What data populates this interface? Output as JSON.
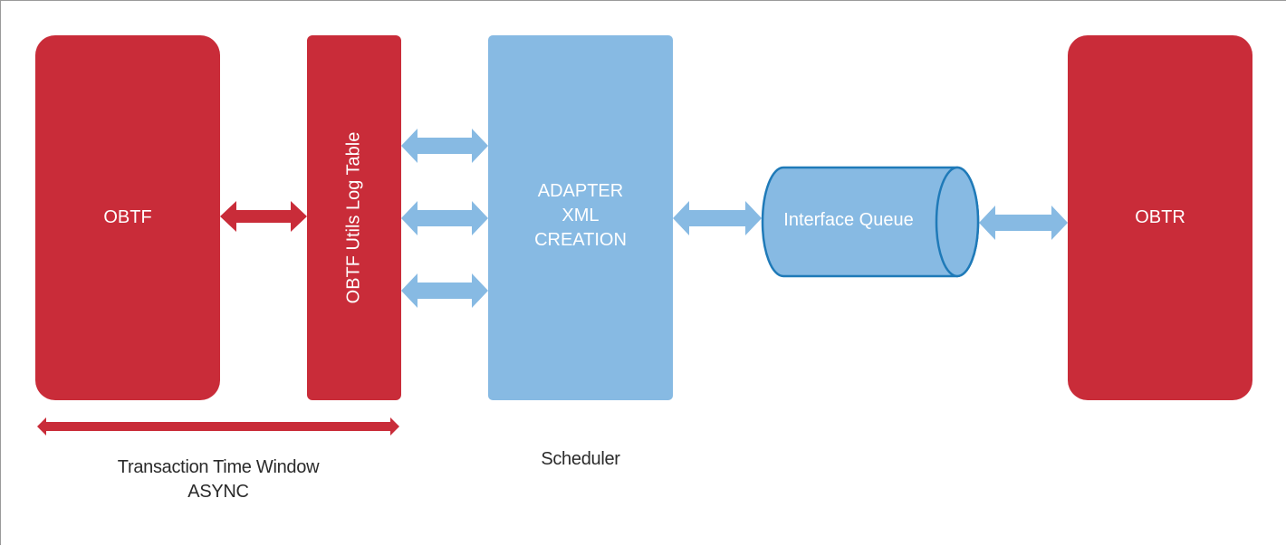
{
  "nodes": {
    "obtf": {
      "label": "OBTF"
    },
    "log_table": {
      "label": "OBTF Utils Log Table"
    },
    "adapter": {
      "lines": [
        "ADAPTER",
        "XML",
        "CREATION"
      ]
    },
    "interface_queue": {
      "label": "Interface Queue"
    },
    "obtr": {
      "label": "OBTR"
    }
  },
  "captions": {
    "transaction_window": [
      "Transaction Time Window",
      "ASYNC"
    ],
    "scheduler": "Scheduler"
  },
  "colors": {
    "red_block": "#c92c39",
    "blue_block": "#87bae3",
    "queue_fill": "#87bae3",
    "queue_stroke": "#1f7ab8",
    "caption_text": "#2b2b2b"
  },
  "connectors": [
    {
      "from": "obtf",
      "to": "log_table",
      "style": "double-arrow",
      "color": "red"
    },
    {
      "from": "log_table",
      "to": "adapter",
      "style": "double-arrow",
      "color": "blue"
    },
    {
      "from": "log_table",
      "to": "adapter",
      "style": "double-arrow",
      "color": "blue"
    },
    {
      "from": "log_table",
      "to": "adapter",
      "style": "double-arrow",
      "color": "blue"
    },
    {
      "from": "adapter",
      "to": "interface_queue",
      "style": "double-arrow",
      "color": "blue"
    },
    {
      "from": "interface_queue",
      "to": "obtr",
      "style": "double-arrow",
      "color": "blue"
    },
    {
      "from": "transaction_window_start",
      "to": "transaction_window_end",
      "style": "thin-double-arrow",
      "color": "red"
    }
  ]
}
